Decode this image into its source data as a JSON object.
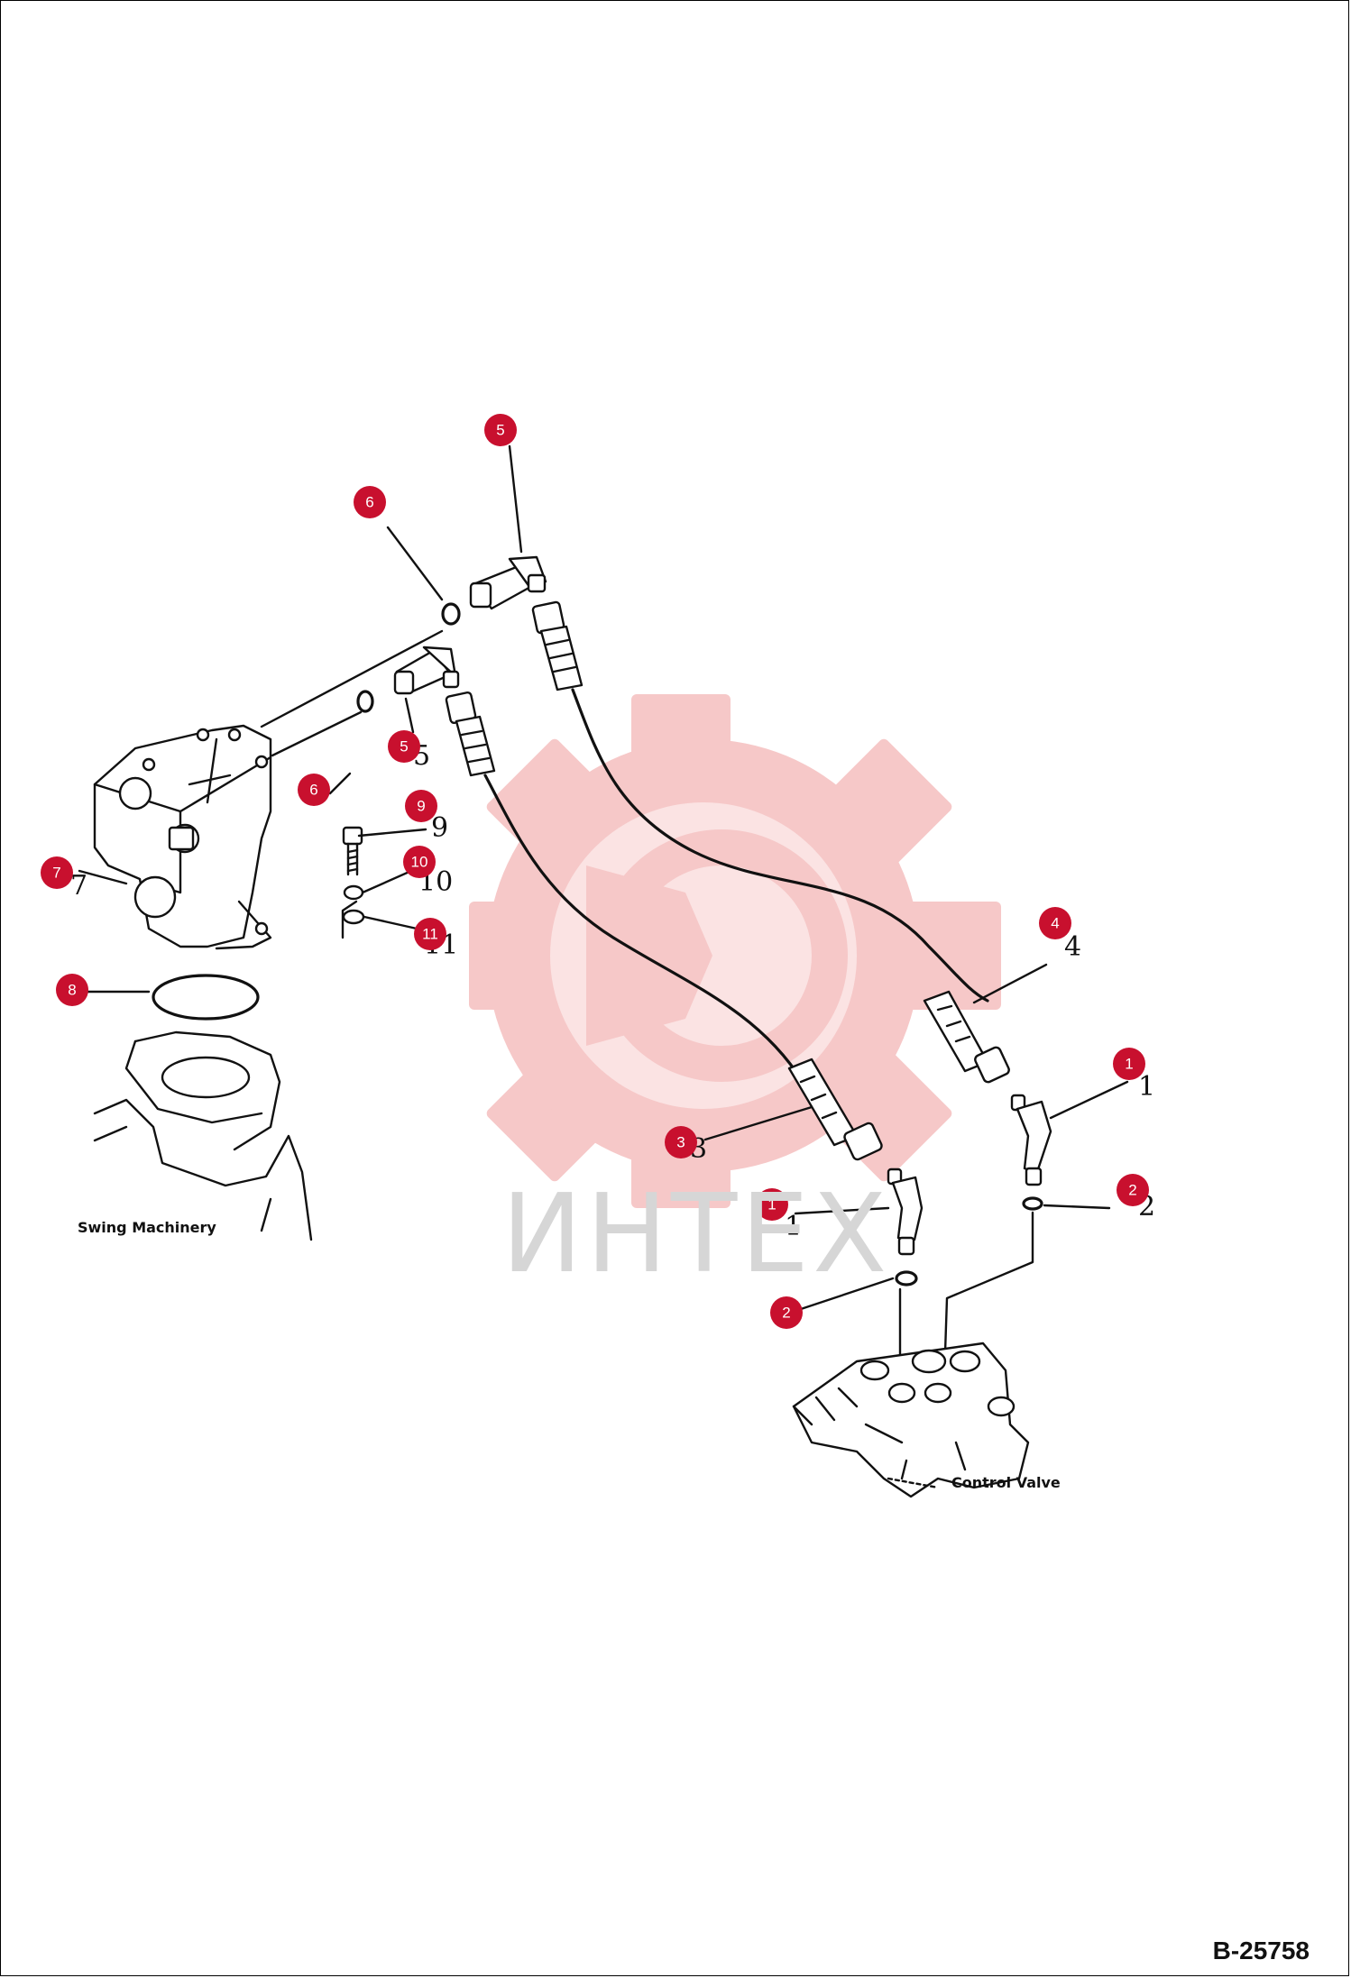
{
  "watermark": {
    "text": "ИНТЕХ",
    "color": "#f6c6c6"
  },
  "labels": {
    "swing_machinery": "Swing Machinery",
    "control_valve": "Control Valve"
  },
  "doc_number": "B-25758",
  "callouts": [
    {
      "num": "5",
      "hand": ""
    },
    {
      "num": "6",
      "hand": ""
    },
    {
      "num": "5",
      "hand": "5"
    },
    {
      "num": "6",
      "hand": ""
    },
    {
      "num": "9",
      "hand": "9"
    },
    {
      "num": "10",
      "hand": "10"
    },
    {
      "num": "11",
      "hand": "11"
    },
    {
      "num": "7",
      "hand": "7"
    },
    {
      "num": "8",
      "hand": ""
    },
    {
      "num": "4",
      "hand": "4"
    },
    {
      "num": "1",
      "hand": "1"
    },
    {
      "num": "2",
      "hand": "2"
    },
    {
      "num": "3",
      "hand": "3"
    },
    {
      "num": "1",
      "hand": "1"
    },
    {
      "num": "2",
      "hand": ""
    }
  ],
  "colors": {
    "badge": "#c8102e",
    "line": "#111111"
  }
}
